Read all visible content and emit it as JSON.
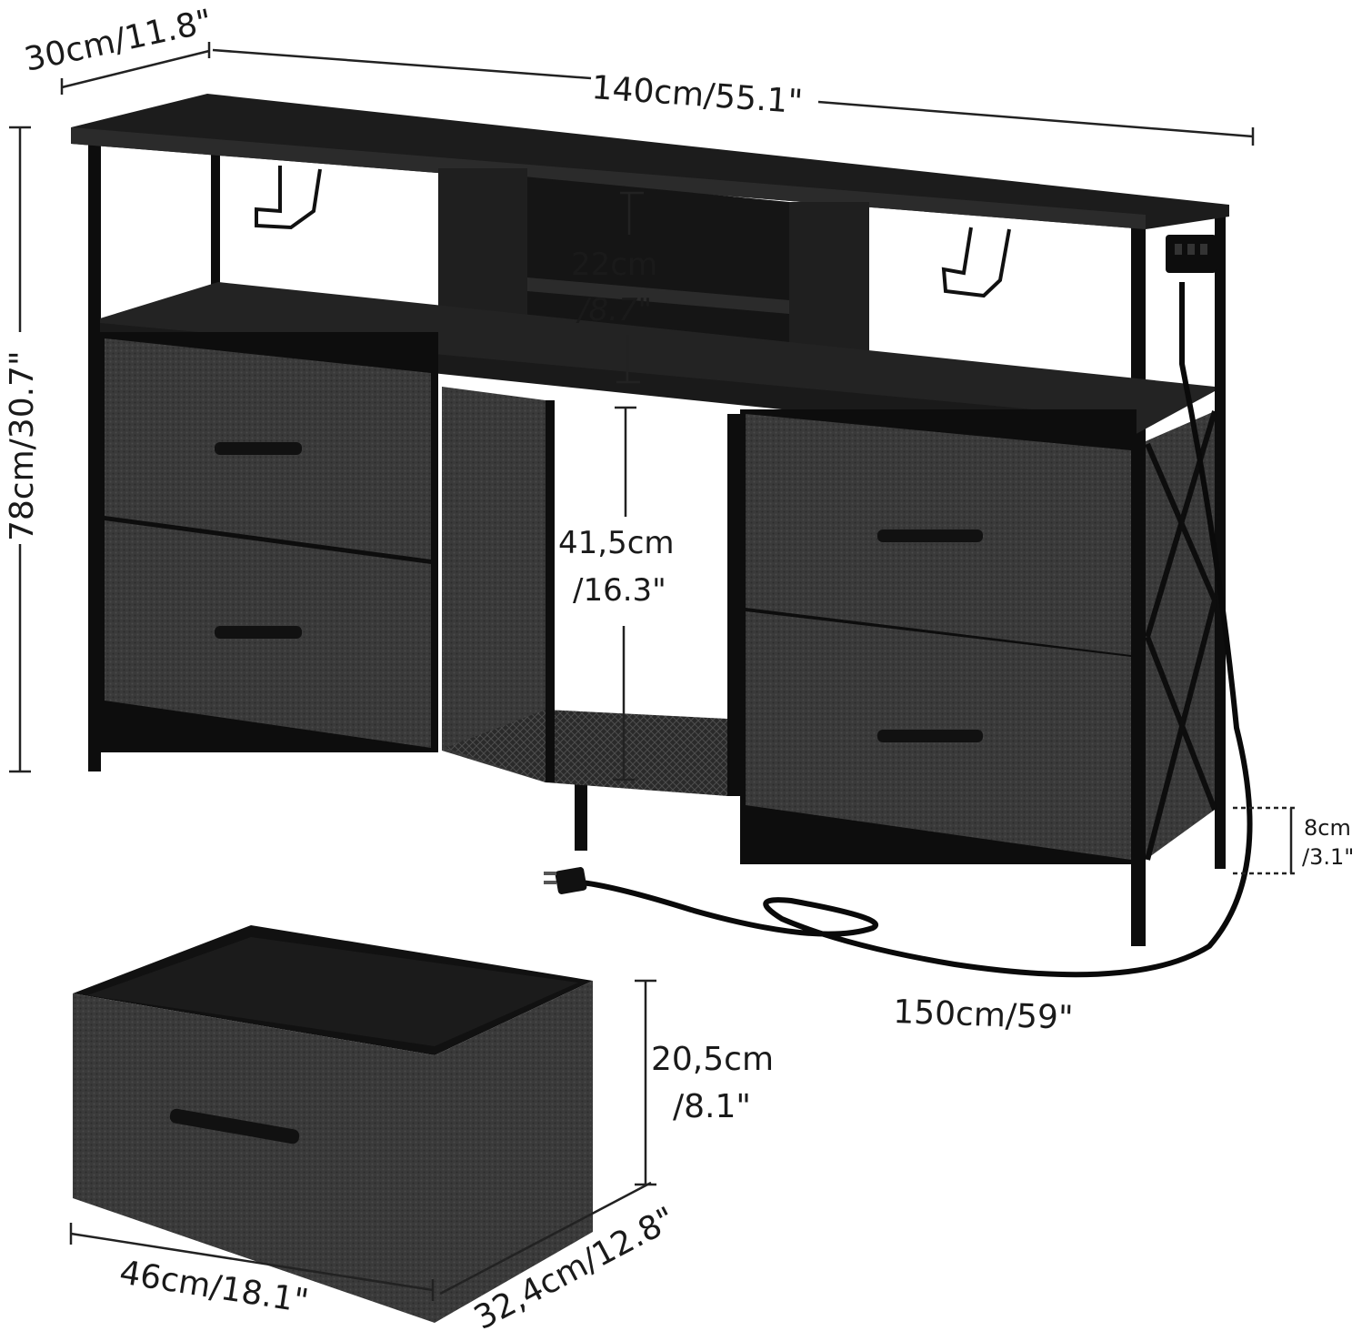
{
  "colors": {
    "wood": "#1c1c1c",
    "wood_edge": "#2b2b2b",
    "fabric": "#3a3a3a",
    "fabric_dark": "#2a2a2a",
    "metal": "#0d0d0d",
    "dimension_line": "#222222"
  },
  "dimensions": {
    "width": "140cm/55.1\"",
    "depth": "30cm/11.8\"",
    "height": "78cm/30.7\"",
    "shelf_height_cm": "22cm",
    "shelf_height_in": "/8.7\"",
    "open_bay_cm": "41,5cm",
    "open_bay_in": "/16.3\"",
    "leg_clearance_cm": "8cm",
    "leg_clearance_in": "/3.1\"",
    "cord_length": "150cm/59\"",
    "drawer_height_cm": "20,5cm",
    "drawer_height_in": "/8.1\"",
    "drawer_width": "46cm/18.1\"",
    "drawer_depth": "32,4cm/12.8\""
  },
  "icons": [
    "hook-icon",
    "power-outlet-icon",
    "plug-icon"
  ]
}
